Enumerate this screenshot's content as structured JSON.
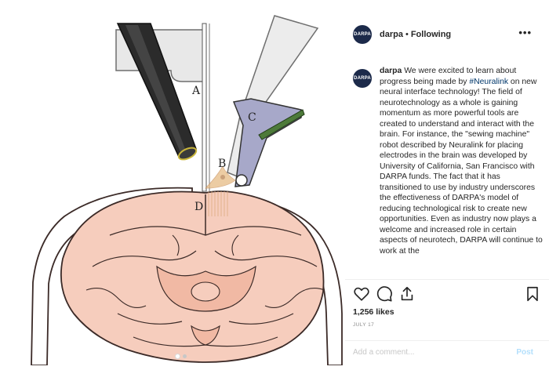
{
  "header": {
    "avatar_text": "DARPA",
    "username": "darpa",
    "separator": "•",
    "follow_status": "Following",
    "more_icon": "ellipsis-icon"
  },
  "figure": {
    "label_a": "A",
    "label_b": "B",
    "label_c": "C",
    "label_d": "D",
    "colors": {
      "brain": "#f6cdbd",
      "outline": "#3b2a27",
      "holder": "#a7a8c9",
      "board": "#4d7a3a",
      "needle_bead": "#c9a07a",
      "thread": "#e5b77d"
    }
  },
  "caption": {
    "avatar_text": "DARPA",
    "username": "darpa",
    "text_before_tag": "We were excited to learn about progress being made by ",
    "hashtag": "#Neuralink",
    "text_after_tag": " on new neural interface technology! The field of neurotechnology as a whole is gaining momentum as more powerful tools are created to understand and interact with the brain. For instance, the \"sewing machine\" robot described by Neuralink for placing electrodes in the brain was developed by University of California, San Francisco with DARPA funds. The fact that it has transitioned to use by industry underscores the effectiveness of DARPA's model of reducing technological risk to create new opportunities. Even as industry now plays a welcome and increased role in certain aspects of neurotech, DARPA will continue to work at the"
  },
  "actions": {
    "like_icon": "heart-icon",
    "comment_icon": "comment-icon",
    "share_icon": "share-icon",
    "save_icon": "bookmark-icon"
  },
  "likes": "1,256 likes",
  "date": "JULY 17",
  "comment_input": {
    "placeholder": "Add a comment...",
    "post_label": "Post"
  }
}
